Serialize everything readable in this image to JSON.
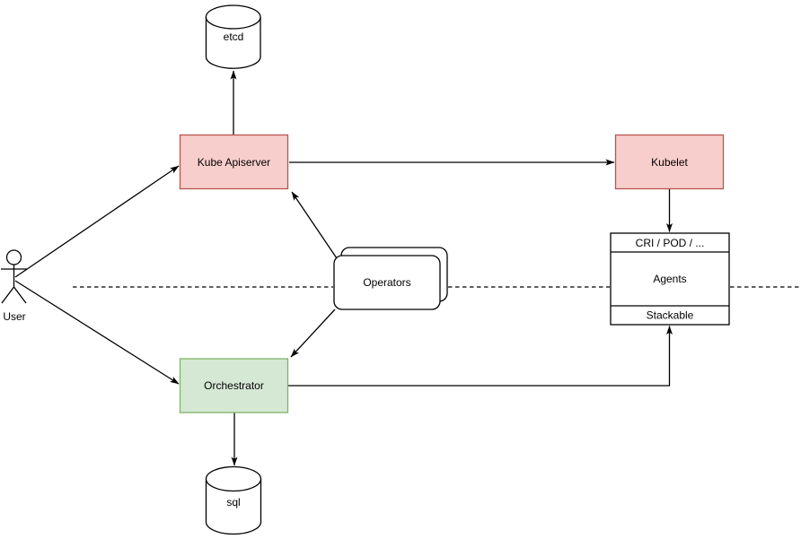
{
  "diagram": {
    "background": "#ffffff",
    "nodes": {
      "user": {
        "label": "User",
        "shape": "actor"
      },
      "etcd": {
        "label": "etcd",
        "shape": "cylinder"
      },
      "kube_apiserver": {
        "label": "Kube Apiserver",
        "shape": "rect",
        "fill": "#f8cecc",
        "stroke": "#b85450"
      },
      "kubelet": {
        "label": "Kubelet",
        "shape": "rect",
        "fill": "#f8cecc",
        "stroke": "#b85450"
      },
      "operators": {
        "label": "Operators",
        "shape": "stacked-rounded-rect"
      },
      "agents_stack": {
        "header": "CRI / POD / ...",
        "body": "Agents",
        "footer": "Stackable",
        "shape": "partitioned-rect"
      },
      "orchestrator": {
        "label": "Orchestrator",
        "shape": "rect",
        "fill": "#d5e8d4",
        "stroke": "#82b366"
      },
      "sql": {
        "label": "sql",
        "shape": "cylinder"
      }
    },
    "edges": [
      {
        "from": "user",
        "to": "kube_apiserver",
        "arrow": true
      },
      {
        "from": "user",
        "to": "orchestrator",
        "arrow": true
      },
      {
        "from": "kube_apiserver",
        "to": "etcd",
        "arrow": true
      },
      {
        "from": "kube_apiserver",
        "to": "kubelet",
        "arrow": true
      },
      {
        "from": "kubelet",
        "to": "agents_stack",
        "arrow": true
      },
      {
        "from": "operators",
        "to": "kube_apiserver",
        "arrow": true
      },
      {
        "from": "operators",
        "to": "orchestrator",
        "arrow": true
      },
      {
        "from": "orchestrator",
        "to": "agents_stack.footer",
        "arrow": true
      },
      {
        "from": "orchestrator",
        "to": "sql",
        "arrow": true
      }
    ],
    "separator": {
      "style": "dashed",
      "orientation": "horizontal"
    },
    "colors": {
      "line": "#000000",
      "red_fill": "#f8cecc",
      "red_stroke": "#b85450",
      "green_fill": "#d5e8d4",
      "green_stroke": "#82b366",
      "white_fill": "#ffffff"
    }
  }
}
